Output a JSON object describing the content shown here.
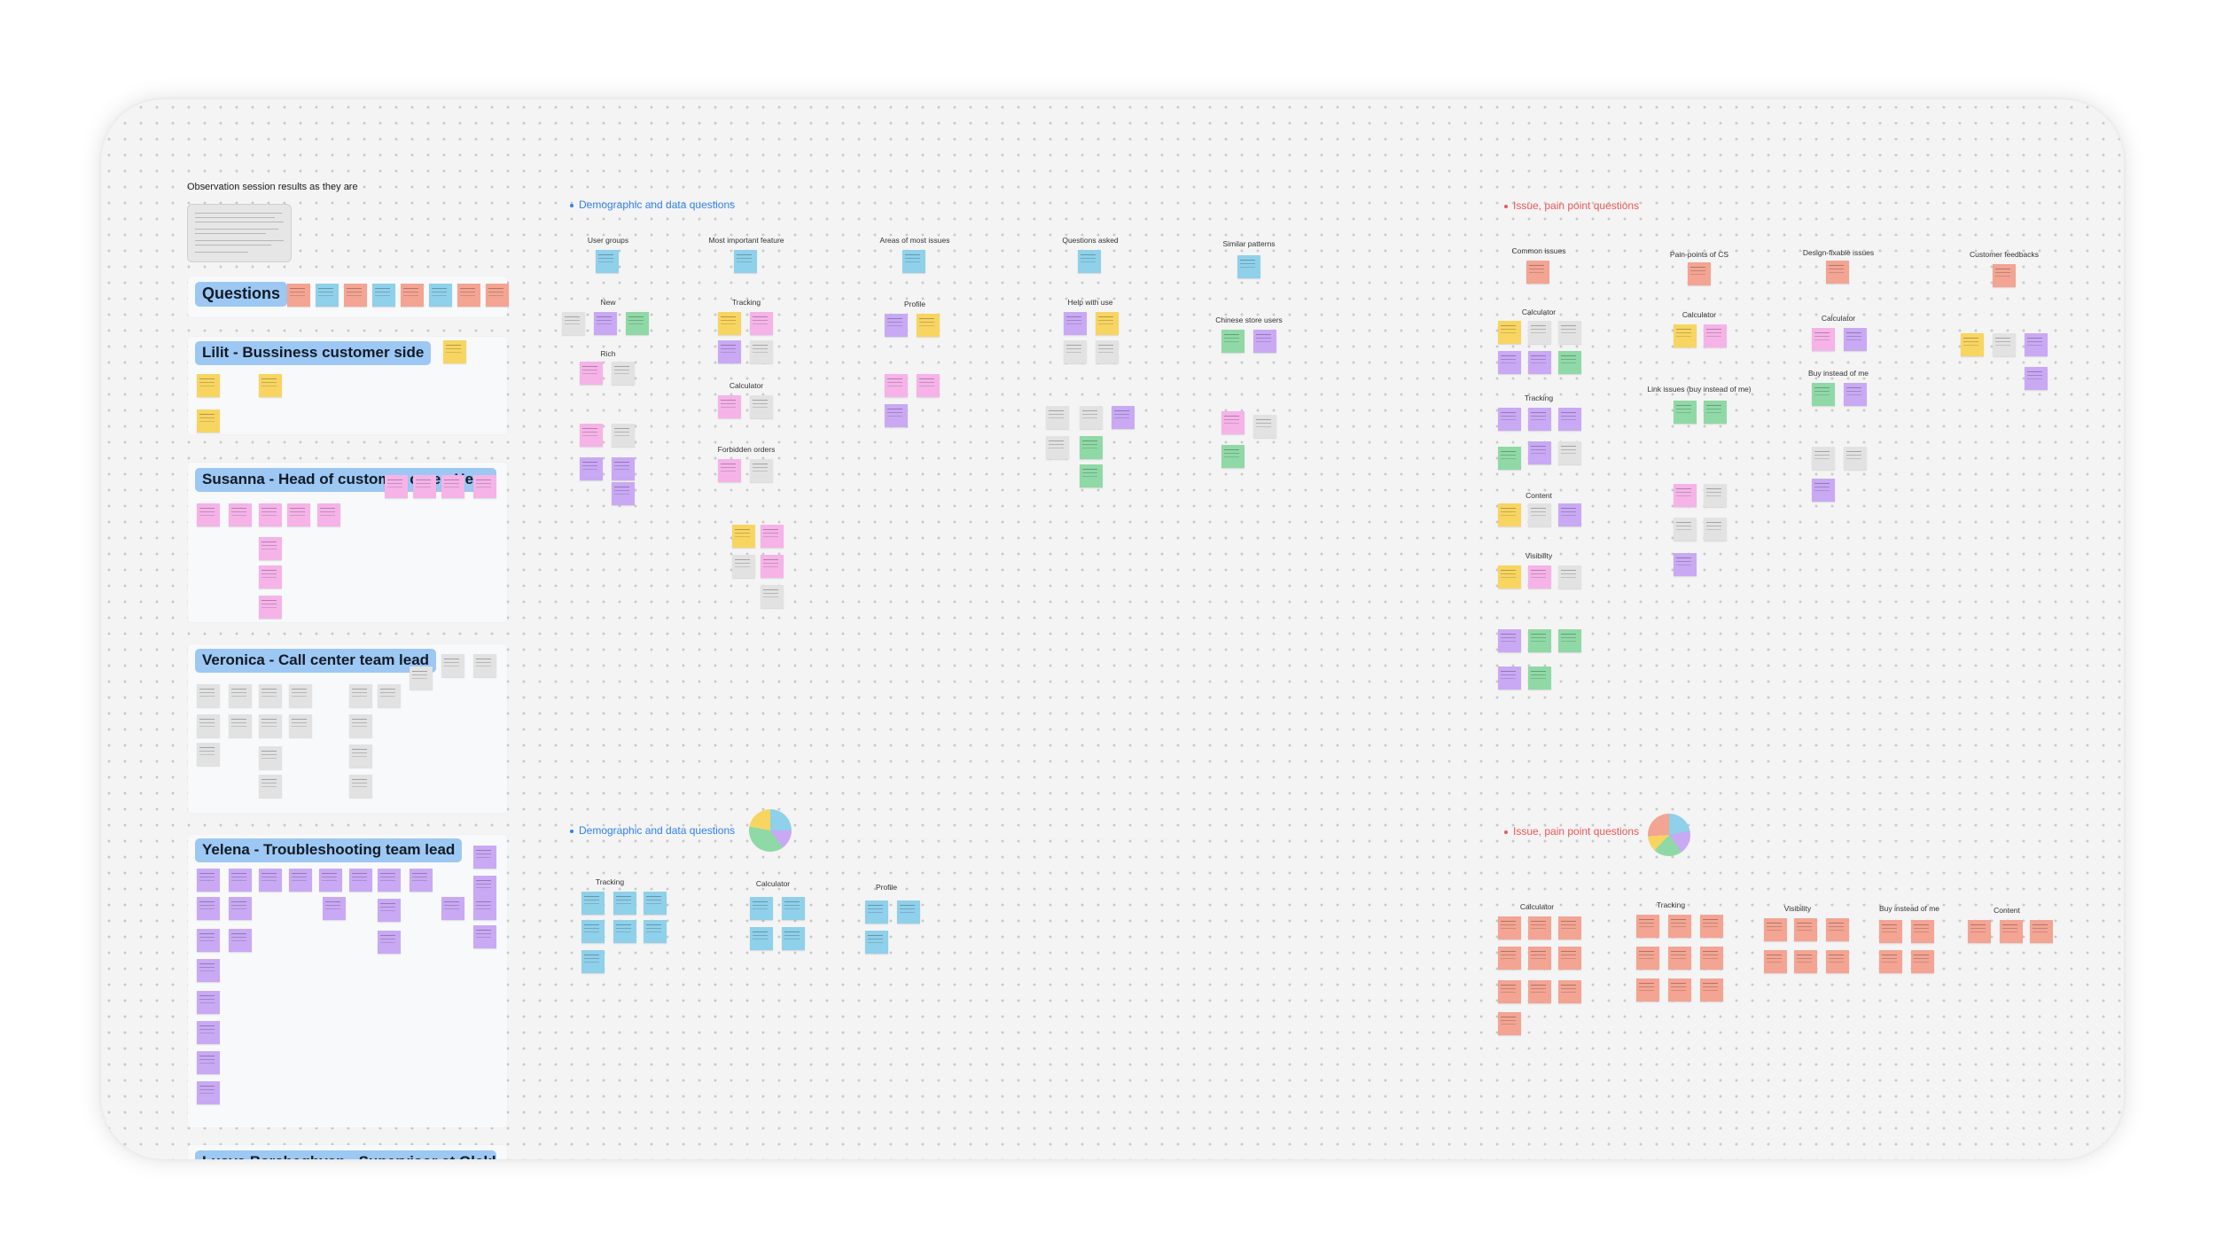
{
  "board": {
    "observation_title": "Observation session results as they are"
  },
  "people": {
    "questions": "Questions",
    "lilit": "Lilit - Bussiness customer side",
    "susanna": "Susanna - Head of customer care - He...",
    "veronica": "Veronica - Call center team lead",
    "yelena": "Yelena - Troubleshooting team lead",
    "next_partial": "Lusya Barsheghyan - Supervisor at Olekl..."
  },
  "sections": {
    "demographic_top": "Demographic and data questions",
    "issue_top": "Issue, pain point questions",
    "demographic_bottom": "Demographic and data questions",
    "issue_bottom": "Issue, pain point questions"
  },
  "groups": {
    "demo_top": {
      "user_groups": "User groups",
      "new": "New",
      "rich": "Rich",
      "most_important_feature": "Most important feature",
      "tracking": "Tracking",
      "calculator": "Calculator",
      "forbidden_orders": "Forbidden orders",
      "areas_of_most_issues": "Areas of most issues",
      "profile": "Profile",
      "questions_asked": "Questions asked",
      "help_with_use": "Help with use",
      "similar_patterns": "Similar patterns",
      "chinese_store_users": "Chinese store users"
    },
    "issue_top": {
      "common_issues": "Common issues",
      "calculator_1": "Calculator",
      "tracking": "Tracking",
      "content": "Content",
      "visibility": "Visibility",
      "pain_points_of_cs": "Pain-points of CS",
      "calculator_2": "Calculator",
      "link_issues": "Link issues (buy instead of me)",
      "design_fixable_issues": "Design-fixable issues",
      "calculator_3": "Calculator",
      "buy_instead_of_me": "Buy instead of me",
      "customer_feedbacks": "Customer feedbacks"
    },
    "demo_bottom": {
      "tracking": "Tracking",
      "calculator": "Calculator",
      "profile": "Profile"
    },
    "issue_bottom": {
      "calculator": "Calculator",
      "tracking": "Tracking",
      "visibility": "Visibility",
      "buy_instead_of_me": "Buy instead of me",
      "content": "Content"
    }
  },
  "colors": {
    "blue_note": "#8fd0ea",
    "yellow_note": "#f8d561",
    "pink_note": "#f5b3e8",
    "purple_note": "#c9a9f4",
    "green_note": "#8fd9a6",
    "gray_note": "#e2e2e2",
    "salmon_note": "#f3a492",
    "person_tag": "#9cc8f3",
    "demographic_text": "#2f80ed",
    "issue_text": "#eb5757"
  }
}
